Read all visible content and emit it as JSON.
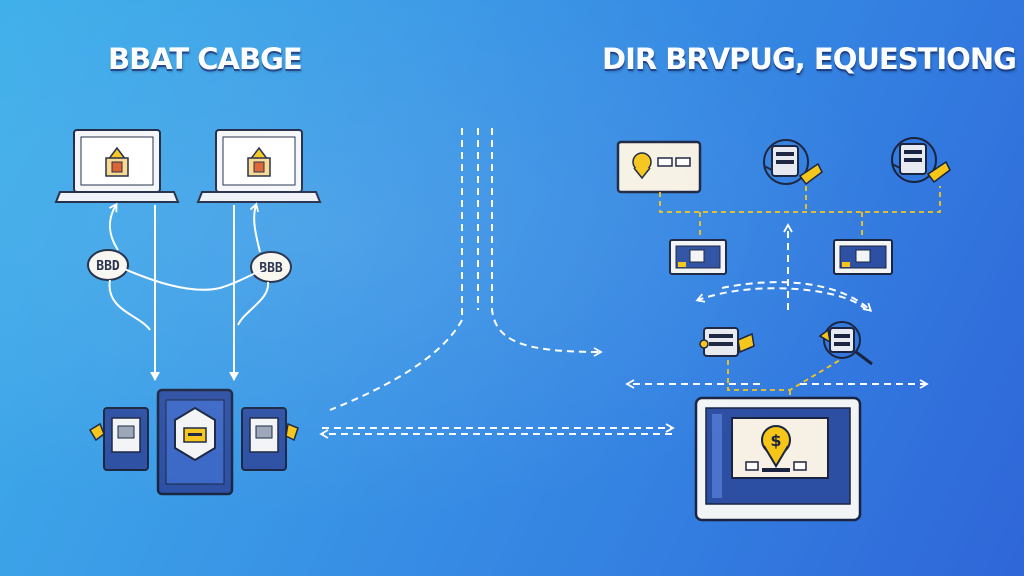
{
  "titles": {
    "left": "BBAT CABGE",
    "right": "DIR BRVPUG, EQUESTIONG"
  },
  "bubbles": {
    "left": "BBD",
    "right": "BBB"
  },
  "devices": {
    "coin_symbol": "$"
  },
  "icons": {
    "laptop": "laptop-icon",
    "lock": "padlock-icon",
    "tablet": "tablet-icon",
    "server": "server-bot-icon",
    "pin": "location-pin-icon",
    "monitor": "monitor-icon"
  },
  "colors": {
    "accent_yellow": "#f5c518",
    "outline": "#1a2440",
    "device_blue": "#2c4fa3",
    "line_white": "#ffffff"
  }
}
